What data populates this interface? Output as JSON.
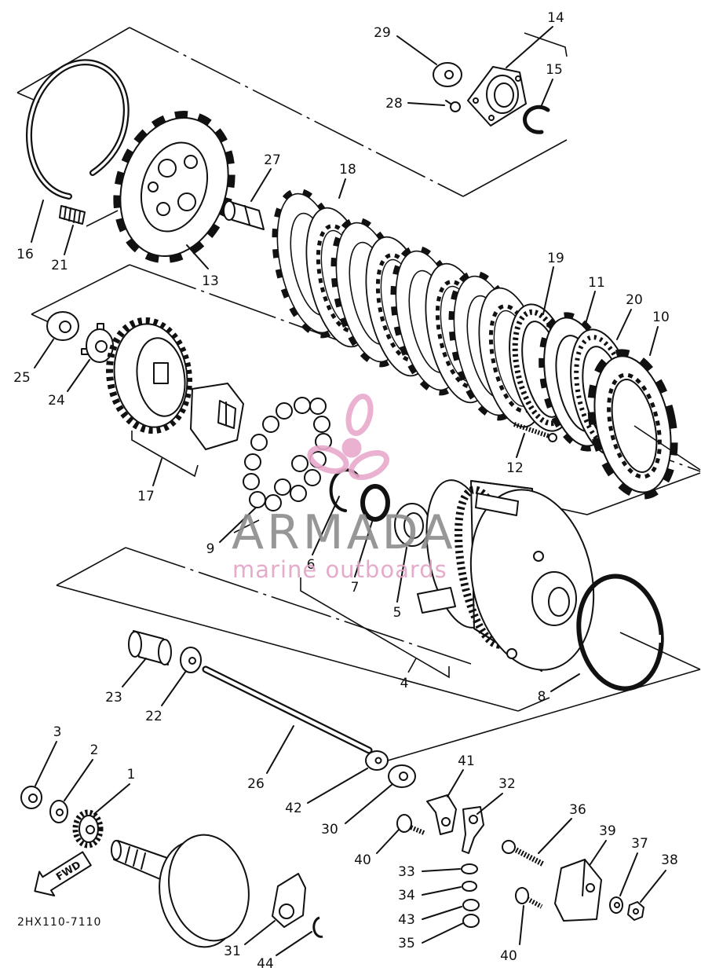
{
  "diagram": {
    "drawing_code": "2HX110-7110",
    "direction_label": "FWD",
    "callouts": {
      "c1": "1",
      "c2": "2",
      "c3": "3",
      "c4": "4",
      "c5": "5",
      "c6": "6",
      "c7": "7",
      "c8": "8",
      "c9": "9",
      "c10": "10",
      "c11": "11",
      "c12": "12",
      "c13": "13",
      "c14": "14",
      "c15": "15",
      "c16": "16",
      "c17": "17",
      "c18": "18",
      "c19": "19",
      "c20": "20",
      "c21": "21",
      "c22": "22",
      "c23": "23",
      "c24": "24",
      "c25": "25",
      "c26": "26",
      "c27": "27",
      "c28": "28",
      "c29": "29",
      "c30": "30",
      "c31": "31",
      "c32": "32",
      "c33": "33",
      "c34": "34",
      "c35": "35",
      "c36": "36",
      "c37": "37",
      "c38": "38",
      "c39": "39",
      "c40a": "40",
      "c40b": "40",
      "c41": "41",
      "c42": "42",
      "c43": "43",
      "c44": "44"
    }
  },
  "watermark": {
    "brand": "ARMADA",
    "tagline": "marine outboards",
    "colors": {
      "logo": "#e8a9cb",
      "brand_text": "#8c8c8c",
      "tagline_text": "#e3a2c6"
    }
  },
  "colors": {
    "line": "#111111",
    "background": "#ffffff"
  }
}
